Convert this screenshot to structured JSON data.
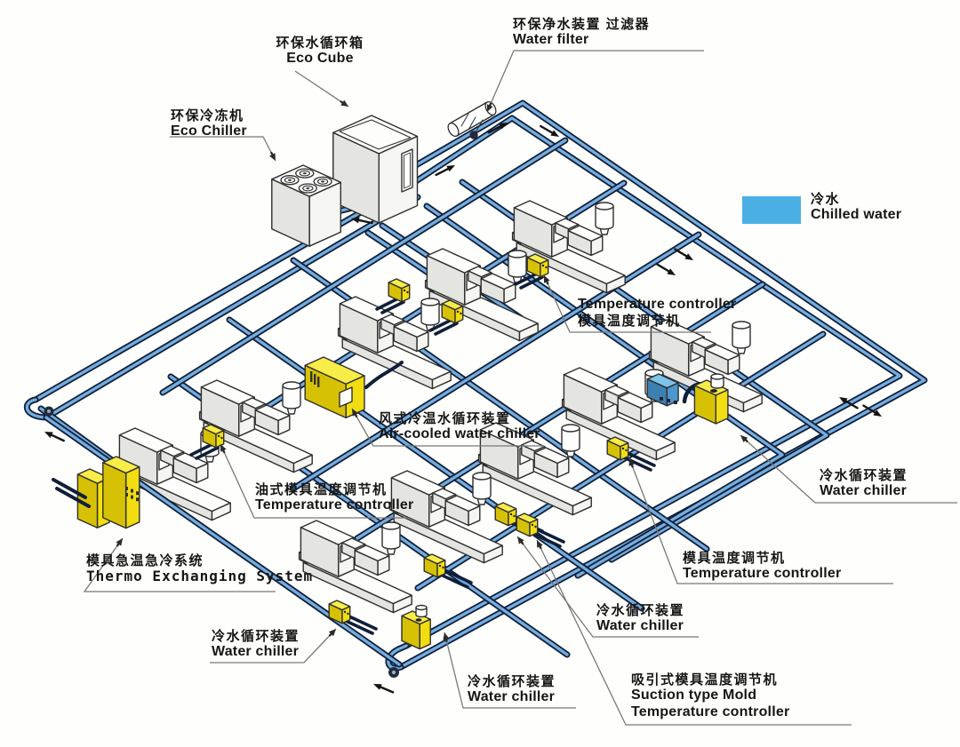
{
  "legend": {
    "swatch_color": "#4AB0E3",
    "zh": "冷水",
    "en": "Chilled  water"
  },
  "labels": {
    "eco_cube": {
      "zh": "环保水循环箱",
      "en": "Eco Cube"
    },
    "water_filter": {
      "zh": "环保净水装置 过滤器",
      "en": "Water filter"
    },
    "eco_chiller": {
      "zh": "环保冷冻机",
      "en": "Eco Chiller"
    },
    "temp_controller_top": {
      "en": "Temperature controller",
      "zh": "模具温度调节机"
    },
    "air_cooled_chiller": {
      "zh": "风式冷温水循环装置",
      "en": "Air-cooled water chiller"
    },
    "oil_temp_controller": {
      "zh": "油式模具温度调节机",
      "en": "Temperature controller"
    },
    "thermo_exchanging": {
      "zh": "模具急温急冷系统",
      "en": "Thermo Exchanging System"
    },
    "water_chiller_right": {
      "zh": "冷水循环装置",
      "en": "Water chiller"
    },
    "temp_controller_right": {
      "zh": "模具温度调节机",
      "en": "Temperature controller"
    },
    "water_chiller_mid": {
      "zh": "冷水循环装置",
      "en": "Water chiller"
    },
    "water_chiller_bottom_left": {
      "zh": "冷水循环装置",
      "en": "Water chiller"
    },
    "water_chiller_bottom": {
      "zh": "冷水循环装置",
      "en": "Water chiller"
    },
    "suction_controller": {
      "zh": "吸引式模具温度调节机",
      "en1": "Suction type Mold",
      "en2": "Temperature controller"
    }
  },
  "colors": {
    "pipe_fill": "#74ACDE",
    "pipe_outline": "#101F39",
    "device_yellow": "#F1DD10",
    "controller_blue": "#4E97CB",
    "chilled_water_swatch": "#4AB0E3"
  }
}
